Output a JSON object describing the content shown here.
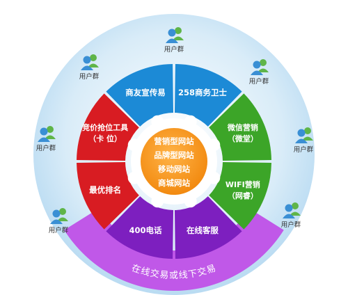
{
  "center": {
    "lines": [
      "营销型网站",
      "品牌型网站",
      "移动网站",
      "商城网站"
    ]
  },
  "segments": [
    {
      "key": "top-left",
      "lines": [
        "商友宣传易"
      ],
      "color": "#1c8ad6"
    },
    {
      "key": "top-right",
      "lines": [
        "258商务卫士"
      ],
      "color": "#1c8ad6"
    },
    {
      "key": "right-upper",
      "lines": [
        "微信营销",
        "（微堂）"
      ],
      "color": "#3ca528"
    },
    {
      "key": "right-lower",
      "lines": [
        "WIFI营销",
        "（网睿）"
      ],
      "color": "#3ca528"
    },
    {
      "key": "bottom-right",
      "lines": [
        "在线客服"
      ],
      "color": "#7d1fbf"
    },
    {
      "key": "bottom-left",
      "lines": [
        "400电话"
      ],
      "color": "#7d1fbf"
    },
    {
      "key": "left-lower",
      "lines": [
        "最优排名"
      ],
      "color": "#d81c22"
    },
    {
      "key": "left-upper",
      "lines": [
        "竞价抢位工具",
        "（卡 位）"
      ],
      "color": "#d81c22"
    }
  ],
  "bottom_arc": {
    "label": "在线交易或线下交易",
    "color": "#c058e8"
  },
  "user_group_label": "用户群",
  "user_groups": [
    {
      "key": "top",
      "label": "用户群"
    },
    {
      "key": "upper-left",
      "label": "用户群"
    },
    {
      "key": "upper-right",
      "label": "用户群"
    },
    {
      "key": "mid-left",
      "label": "用户群"
    },
    {
      "key": "mid-right",
      "label": "用户群"
    },
    {
      "key": "lower-left",
      "label": "用户群"
    },
    {
      "key": "lower-right",
      "label": "用户群"
    }
  ],
  "colors": {
    "outer_circle": "#c5e2f5",
    "center": "#f7941d",
    "center_ring": "#ffffff",
    "blue": "#1c8ad6",
    "green": "#3ca528",
    "purple": "#7d1fbf",
    "red": "#d81c22",
    "arc": "#c058e8"
  },
  "icons": {
    "user_group": "user-group-icon"
  }
}
